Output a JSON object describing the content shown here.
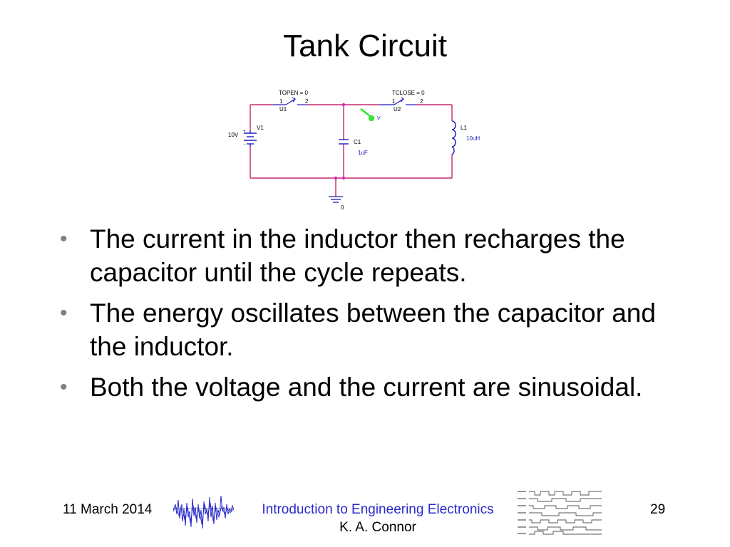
{
  "slide": {
    "title": "Tank Circuit",
    "bullets": [
      "The current in the inductor then recharges the capacitor until the cycle repeats.",
      "The energy oscillates between the capacitor and the inductor.",
      "Both the voltage and the current are sinusoidal."
    ]
  },
  "circuit": {
    "switch1": {
      "param": "TOPEN = 0",
      "pin1": "1",
      "pin2": "2",
      "ref": "U1"
    },
    "switch2": {
      "param": "TCLOSE = 0",
      "pin1": "1",
      "pin2": "2",
      "ref": "U2"
    },
    "source": {
      "ref": "V1",
      "value": "10V",
      "plus": "+",
      "minus": "-"
    },
    "capacitor": {
      "ref": "C1",
      "value": "1uF"
    },
    "inductor": {
      "ref": "L1",
      "value": "10uH"
    },
    "probe": {
      "label": "V"
    },
    "ground": {
      "label": "0"
    },
    "colors": {
      "wire": "#c8286e",
      "part": "#1c1cc0",
      "probe": "#33e633",
      "text": "#000000"
    }
  },
  "footer": {
    "date": "11 March 2014",
    "course": "Introduction to Engineering Electronics",
    "author": "K. A. Connor",
    "page": "29"
  }
}
